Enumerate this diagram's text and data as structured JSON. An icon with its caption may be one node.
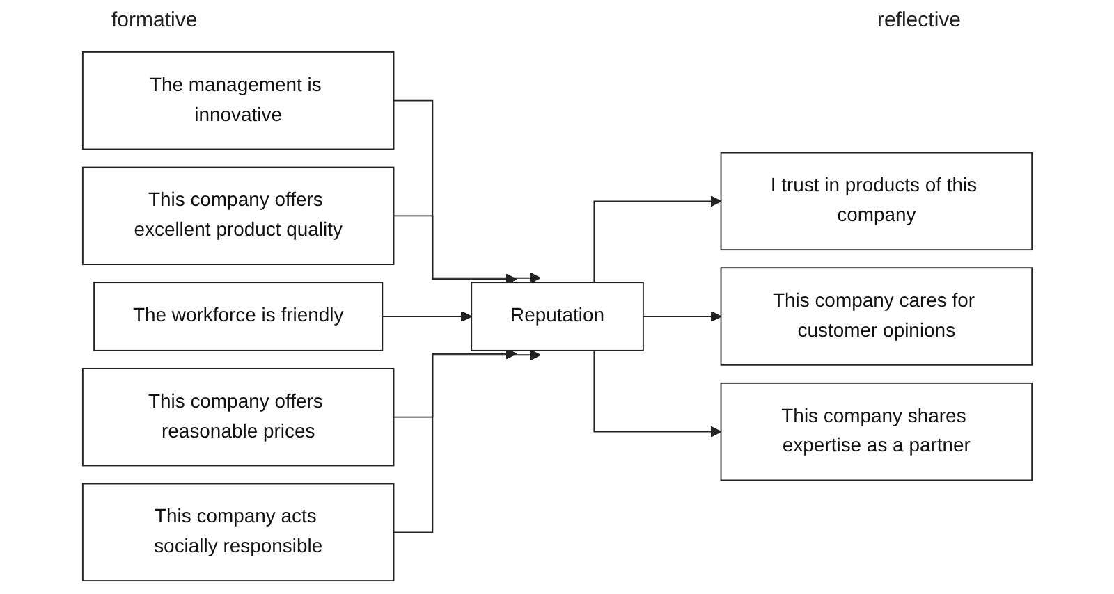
{
  "diagram": {
    "nodes": [
      {
        "text": [
          "The management is innovative"
        ]
      },
      {
        "text": [
          "This company offers excellent product quality"
        ]
      },
      {
        "text": [
          "The workforce is friendly"
        ]
      },
      {
        "text": [
          "This company offers reasonable prices"
        ]
      },
      {
        "text": [
          "This company acts socially responsible"
        ]
      },
      {
        "text": [
          "Reputation"
        ]
      },
      {
        "text": [
          "I trust in products of this company"
        ]
      },
      {
        "text": [
          "This company cares for customer opinions"
        ]
      },
      {
        "text": [
          "This company shares expertise as a partner"
        ]
      }
    ],
    "edges": [
      {
        "from": 0,
        "to": 5,
        "arrow": "to"
      },
      {
        "from": 1,
        "to": 5,
        "arrow": "to"
      },
      {
        "from": 2,
        "to": 5,
        "arrow": "to"
      },
      {
        "from": 3,
        "to": 5,
        "arrow": "to"
      },
      {
        "from": 4,
        "to": 5,
        "arrow": "to"
      },
      {
        "from": 5,
        "to": 6,
        "arrow": "to"
      },
      {
        "from": 5,
        "to": 7,
        "arrow": "to"
      },
      {
        "from": 5,
        "to": 8,
        "arrow": "to"
      }
    ],
    "labels": [
      "formative",
      "reflective"
    ]
  }
}
